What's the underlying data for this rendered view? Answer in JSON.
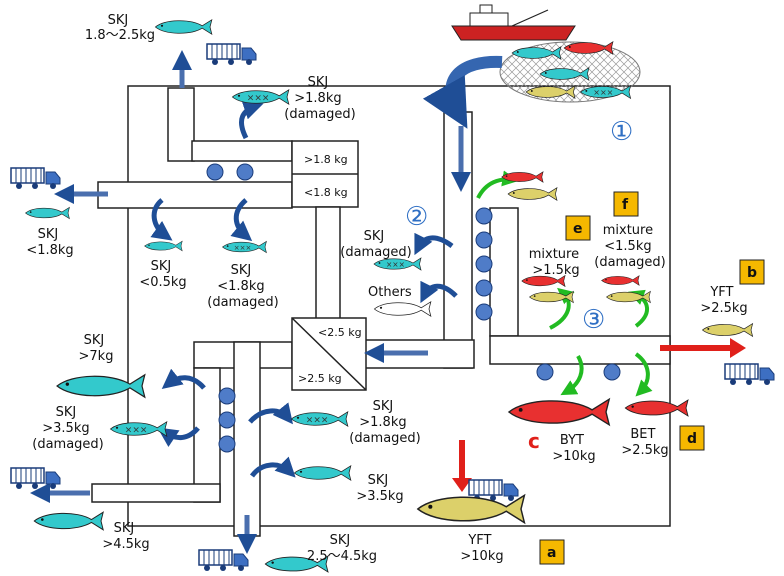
{
  "colors": {
    "skj_fish": "#33c9cc",
    "yft_fish": "#dcd06a",
    "bet_fish": "#e83030",
    "flow_arrow": "#4a6fae",
    "turn_arrow": "#1f4e96",
    "sort_arrow": "#22bb22",
    "red_arrow": "#e0201a",
    "roller": "#4f7cc8",
    "letter_box": "#f5b800"
  },
  "steps": {
    "one": "①",
    "two": "②",
    "three": "③"
  },
  "letters": {
    "a": "a",
    "b": "b",
    "c": "c",
    "d": "d",
    "e": "e",
    "f": "f"
  },
  "sorter": {
    "top_upper": ">1.8 kg",
    "top_lower": "<1.8 kg",
    "main_upper": "<2.5 kg",
    "main_lower": ">2.5 kg"
  },
  "labels": {
    "skj_export_top": [
      "SKJ",
      "1.8～2.5kg"
    ],
    "skj_18_damaged_top": [
      "SKJ",
      ">1.8kg",
      "(damaged)"
    ],
    "skj_lt18_left": [
      "SKJ",
      "<1.8kg"
    ],
    "skj_lt05": [
      "SKJ",
      "<0.5kg"
    ],
    "skj_lt18_damaged": [
      "SKJ",
      "<1.8kg",
      "(damaged)"
    ],
    "skj_damaged_mid": [
      "SKJ",
      "(damaged)"
    ],
    "others": [
      "Others"
    ],
    "mixture_gt15": [
      "mixture",
      ">1.5kg"
    ],
    "mixture_lt15": [
      "mixture",
      "<1.5kg",
      "(damaged)"
    ],
    "yft_gt25": [
      "YFT",
      ">2.5kg"
    ],
    "skj_gt7": [
      "SKJ",
      ">7kg"
    ],
    "skj_35_damaged": [
      "SKJ",
      ">3.5kg",
      "(damaged)"
    ],
    "skj_gt45": [
      "SKJ",
      ">4.5kg"
    ],
    "skj_18_damaged_bottom": [
      "SKJ",
      ">1.8kg",
      "(damaged)"
    ],
    "skj_gt35": [
      "SKJ",
      ">3.5kg"
    ],
    "skj_25_45": [
      "SKJ",
      "2.5～4.5kg"
    ],
    "byt": [
      "BYT",
      ">10kg"
    ],
    "bet": [
      "BET",
      ">2.5kg"
    ],
    "yft_gt10": [
      "YFT",
      ">10kg"
    ]
  }
}
